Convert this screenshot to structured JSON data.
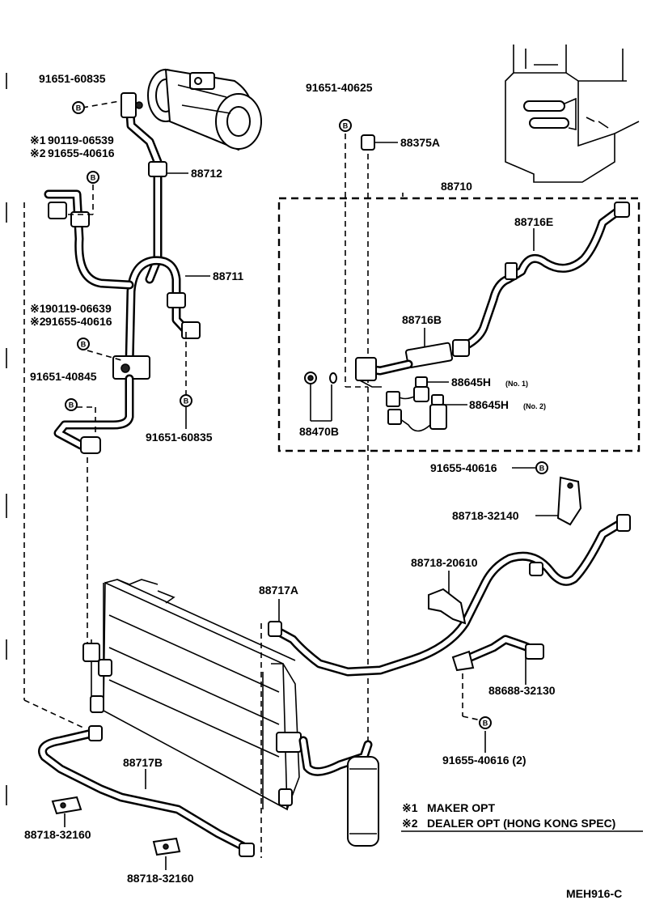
{
  "parts": {
    "p_91651_60835_top": "91651-60835",
    "p_88712": "88712",
    "p_maker1_top": "90119-06539",
    "p_dealer2_top": "91655-40616",
    "p_88711": "88711",
    "p_maker1_mid": "90119-06639",
    "p_dealer2_mid": "91655-40616",
    "p_91651_40845": "91651-40845",
    "p_91651_60835_bot": "91651-60835",
    "p_91651_40625": "91651-40625",
    "p_88375A": "88375A",
    "p_88710": "88710",
    "p_88716E": "88716E",
    "p_88716B": "88716B",
    "p_88645H_1": "88645H",
    "p_88645H_1_note": "(No. 1)",
    "p_88645H_2": "88645H",
    "p_88645H_2_note": "(No. 2)",
    "p_88470B": "88470B",
    "p_91655_40616_r": "91655-40616",
    "p_88718_32140": "88718-32140",
    "p_88718_20610": "88718-20610",
    "p_88717A": "88717A",
    "p_88688_32130": "88688-32130",
    "p_91655_40616_2": "91655-40616 (2)",
    "p_88717B": "88717B",
    "p_88718_32160_a": "88718-32160",
    "p_88718_32160_b": "88718-32160"
  },
  "marks": {
    "maker_mark": "※1",
    "dealer_mark": "※2",
    "bolt_letter": "B"
  },
  "legend": {
    "maker_mark": "※1",
    "maker_text": "MAKER OPT",
    "dealer_mark": "※2",
    "dealer_text": "DEALER OPT (HONG KONG SPEC)"
  },
  "figure_code": "MEH916-C"
}
